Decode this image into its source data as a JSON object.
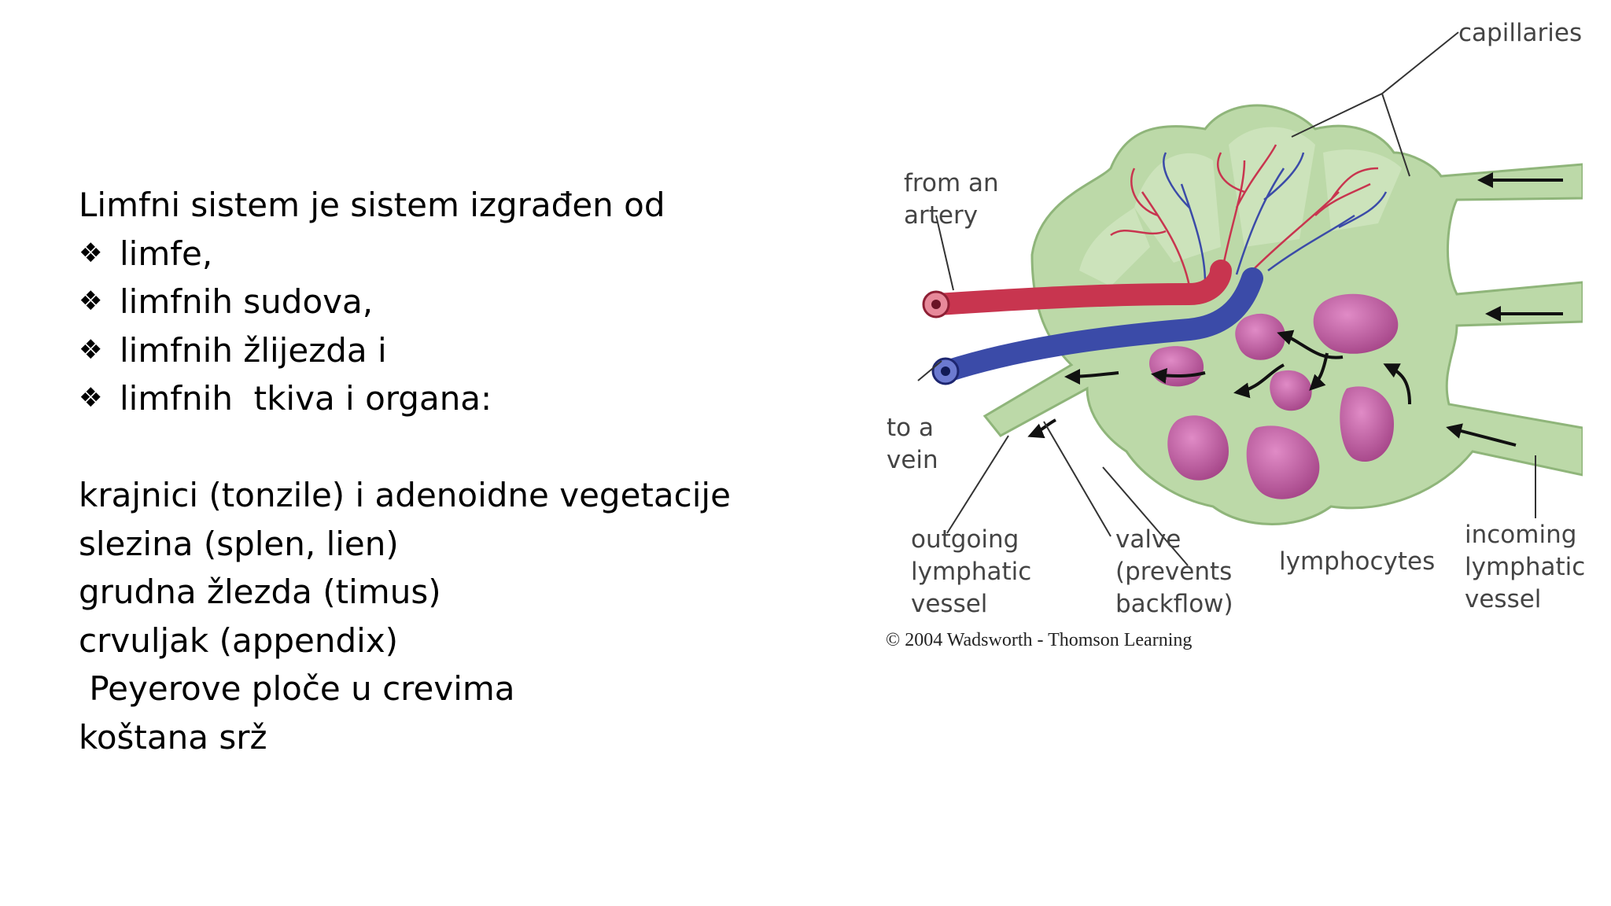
{
  "intro": "Limfni sistem je sistem izgrađen od",
  "bullets": [
    "limfe,",
    "limfnih sudova,",
    "limfnih žlijezda i",
    "limfnih  tkiva i organa:"
  ],
  "bullet_symbol": "❖",
  "organs": [
    "krajnici (tonzile) i adenoidne vegetacije",
    "slezina (splen, lien)",
    "grudna žlezda (timus)",
    "crvuljak (appendix)",
    " Peyerove ploče u crevima",
    "koštana srž"
  ],
  "diagram": {
    "labels": {
      "capillaries": "capillaries",
      "artery": "from an\nartery",
      "vein": "to a\nvein",
      "outgoing": "outgoing\nlymphatic\nvessel",
      "valve": "valve\n(prevents\nbackflow)",
      "lymphocytes": "lymphocytes",
      "incoming": "incoming\nlymphatic\nvessel"
    },
    "copyright": "© 2004 Wadsworth - Thomson Learning",
    "colors": {
      "tissue": "#bcd9a8",
      "tissue_edge": "#8fb57a",
      "artery": "#c8354f",
      "vein": "#3b4ba8",
      "lymphocyte": "#b04e95",
      "arrow": "#111111"
    }
  }
}
